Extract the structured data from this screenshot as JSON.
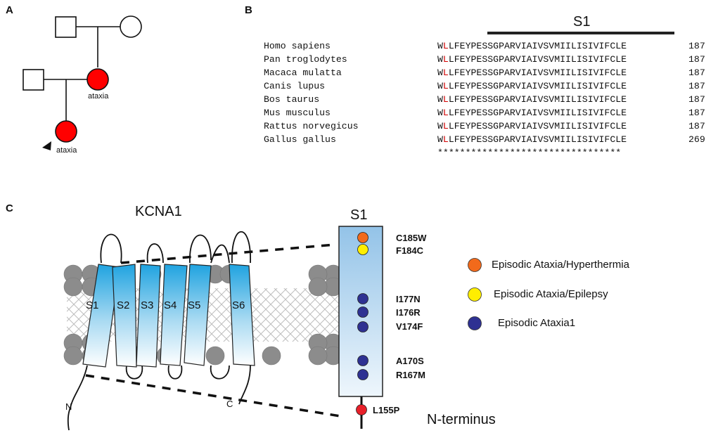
{
  "panels": {
    "a": "A",
    "b": "B",
    "c": "C"
  },
  "pedigree": {
    "affected_label_1": "ataxia",
    "affected_label_2": "ataxia",
    "affected_color": "#ff0000"
  },
  "alignment": {
    "region_label": "S1",
    "rows": [
      {
        "species": "Homo sapiens",
        "pre": "W",
        "hl": "L",
        "post": "LFEYPESSGPARVIAIVSVMIILISIVIFCLE",
        "num": "187"
      },
      {
        "species": "Pan troglodytes",
        "pre": "W",
        "hl": "L",
        "post": "LFEYPESSGPARVIAIVSVMIILISIVIFCLE",
        "num": "187"
      },
      {
        "species": "Macaca mulatta",
        "pre": "W",
        "hl": "L",
        "post": "LFEYPESSGPARVIAIVSVMIILISIVIFCLE",
        "num": "187"
      },
      {
        "species": "Canis lupus",
        "pre": "W",
        "hl": "L",
        "post": "LFEYPESSGPARVIAIVSVMIILISIVIFCLE",
        "num": "187"
      },
      {
        "species": "Bos taurus",
        "pre": "W",
        "hl": "L",
        "post": "LFEYPESSGPARVIAIVSVMIILISIVIFCLE",
        "num": "187"
      },
      {
        "species": "Mus musculus",
        "pre": "W",
        "hl": "L",
        "post": "LFEYPESSGPARVIAIVSVMIILISIVIFCLE",
        "num": "187"
      },
      {
        "species": "Rattus norvegicus",
        "pre": "W",
        "hl": "L",
        "post": "LFEYPESSGPARVIAIVSVMIILISIVIFCLE",
        "num": "187"
      },
      {
        "species": "Gallus gallus",
        "pre": "W",
        "hl": "L",
        "post": "LFEYPESSGPARVIAIVSVMIILISIVIFCLE",
        "num": "269"
      }
    ],
    "conservation": "*********************************"
  },
  "channel": {
    "title": "KCNA1",
    "segments": [
      "S1",
      "S2",
      "S3",
      "S4",
      "S5",
      "S6"
    ],
    "n_label": "N",
    "c_label": "C",
    "segment_color": "#1fa3e0"
  },
  "s1_detail": {
    "title": "S1",
    "n_terminus_label": "N-terminus",
    "mutations": [
      {
        "label": "C185W",
        "phenotype": "hyperthermia"
      },
      {
        "label": "F184C",
        "phenotype": "epilepsy"
      },
      {
        "label": "I177N",
        "phenotype": "ea1"
      },
      {
        "label": "I176R",
        "phenotype": "ea1"
      },
      {
        "label": "V174F",
        "phenotype": "ea1"
      },
      {
        "label": "A170S",
        "phenotype": "ea1"
      },
      {
        "label": "R167M",
        "phenotype": "ea1"
      },
      {
        "label": "L155P",
        "phenotype": "pedigree"
      }
    ]
  },
  "legend": [
    {
      "label": "Episodic Ataxia/Hyperthermia",
      "color": "#f26a1b"
    },
    {
      "label": "Episodic Ataxia/Epilepsy",
      "color": "#ffee00"
    },
    {
      "label": "Episodic Ataxia1",
      "color": "#2e3192"
    }
  ]
}
